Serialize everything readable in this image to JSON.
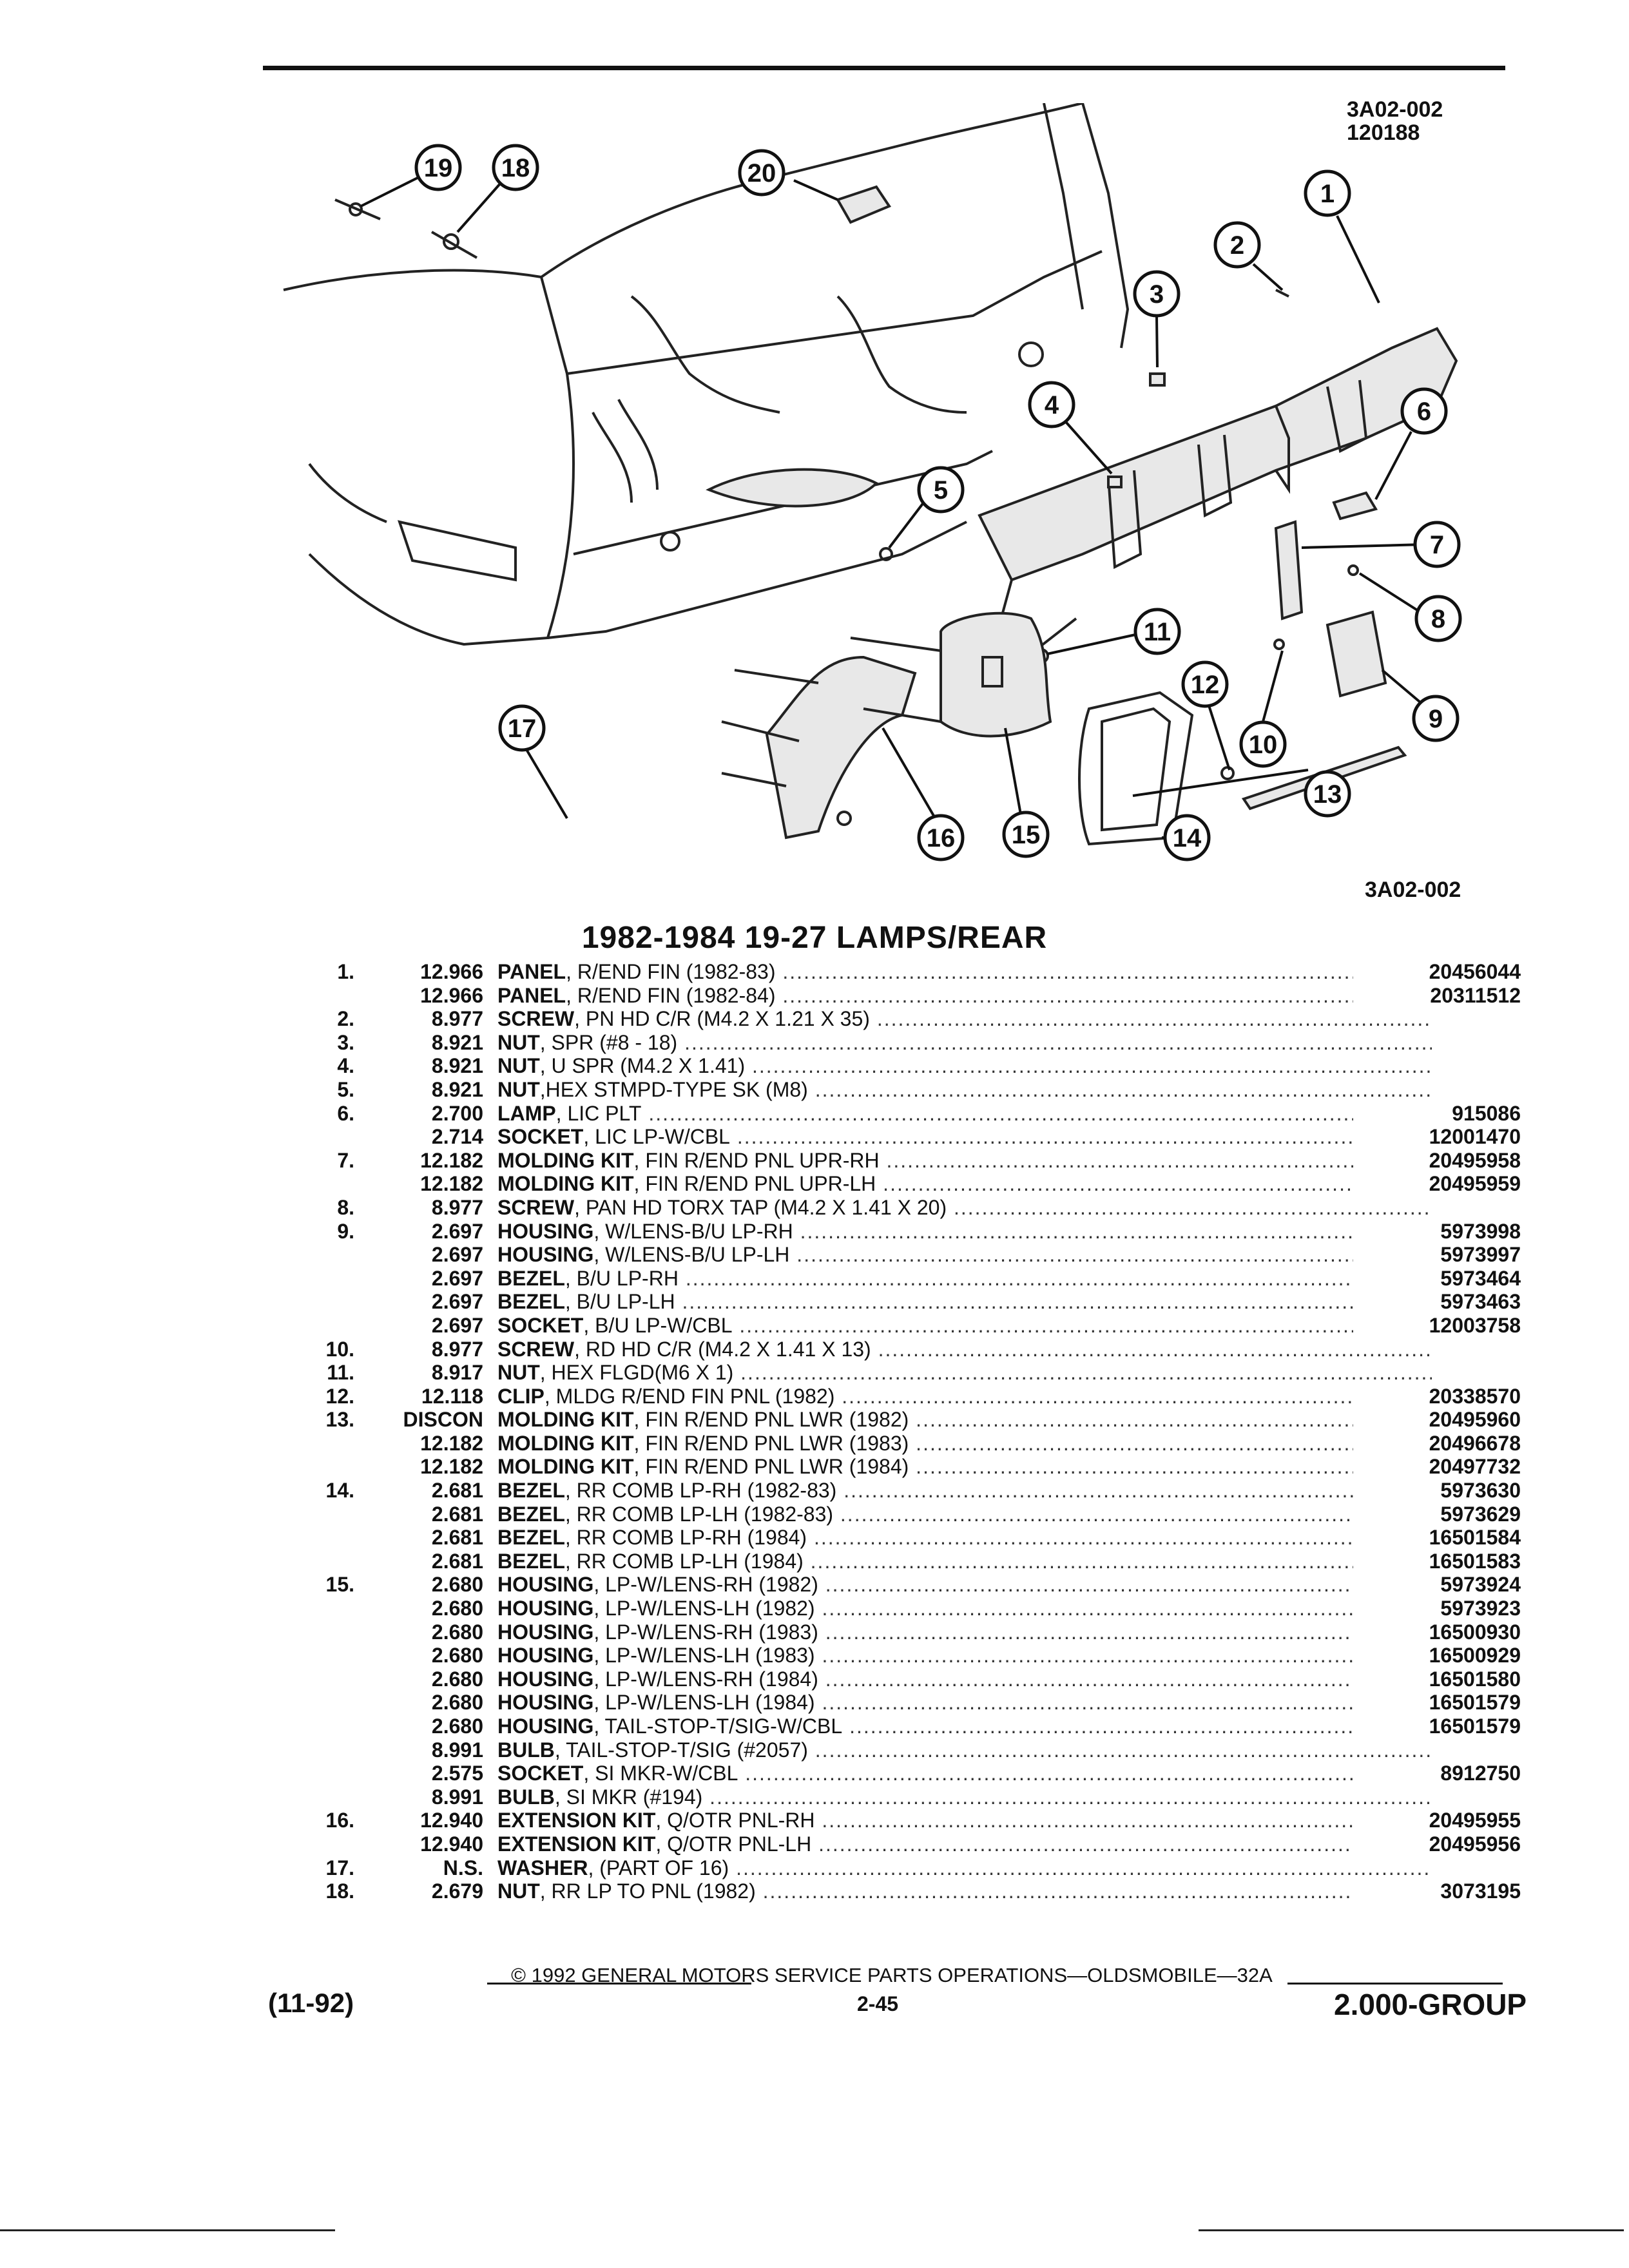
{
  "figure_id_top": "3A02-002",
  "figure_code": "120188",
  "figure_id_bottom": "3A02-002",
  "callouts": [
    "1",
    "2",
    "3",
    "4",
    "5",
    "6",
    "7",
    "8",
    "9",
    "10",
    "11",
    "12",
    "13",
    "14",
    "15",
    "16",
    "17",
    "18",
    "19",
    "20"
  ],
  "section_title": "1982-1984 19-27 LAMPS/REAR",
  "parts": [
    {
      "ref": "1.",
      "qty": "12.966",
      "name": "PANEL",
      "desc": ", R/END FIN (1982-83)",
      "pn": "20456044"
    },
    {
      "ref": "",
      "qty": "12.966",
      "name": "PANEL",
      "desc": ", R/END FIN (1982-84)",
      "pn": "20311512"
    },
    {
      "ref": "2.",
      "qty": "8.977",
      "name": "SCREW",
      "desc": ", PN HD C/R (M4.2 X 1.21 X 35)",
      "pn": ""
    },
    {
      "ref": "3.",
      "qty": "8.921",
      "name": "NUT",
      "desc": ", SPR (#8 - 18)",
      "pn": ""
    },
    {
      "ref": "4.",
      "qty": "8.921",
      "name": "NUT",
      "desc": ", U SPR (M4.2 X 1.41)",
      "pn": ""
    },
    {
      "ref": "5.",
      "qty": "8.921",
      "name": "NUT",
      "desc": ",HEX STMPD-TYPE SK (M8)",
      "pn": ""
    },
    {
      "ref": "6.",
      "qty": "2.700",
      "name": "LAMP",
      "desc": ", LIC PLT",
      "pn": "915086"
    },
    {
      "ref": "",
      "qty": "2.714",
      "name": "SOCKET",
      "desc": ", LIC LP-W/CBL",
      "pn": "12001470"
    },
    {
      "ref": "7.",
      "qty": "12.182",
      "name": "MOLDING KIT",
      "desc": ", FIN R/END PNL UPR-RH",
      "pn": "20495958"
    },
    {
      "ref": "",
      "qty": "12.182",
      "name": "MOLDING KIT",
      "desc": ", FIN R/END PNL UPR-LH",
      "pn": "20495959"
    },
    {
      "ref": "8.",
      "qty": "8.977",
      "name": "SCREW",
      "desc": ", PAN HD TORX TAP (M4.2 X 1.41 X 20)",
      "pn": ""
    },
    {
      "ref": "9.",
      "qty": "2.697",
      "name": "HOUSING",
      "desc": ", W/LENS-B/U LP-RH",
      "pn": "5973998"
    },
    {
      "ref": "",
      "qty": "2.697",
      "name": "HOUSING",
      "desc": ", W/LENS-B/U LP-LH",
      "pn": "5973997"
    },
    {
      "ref": "",
      "qty": "2.697",
      "name": "BEZEL",
      "desc": ", B/U LP-RH",
      "pn": "5973464"
    },
    {
      "ref": "",
      "qty": "2.697",
      "name": "BEZEL",
      "desc": ", B/U LP-LH",
      "pn": "5973463"
    },
    {
      "ref": "",
      "qty": "2.697",
      "name": "SOCKET",
      "desc": ", B/U LP-W/CBL",
      "pn": "12003758"
    },
    {
      "ref": "10.",
      "qty": "8.977",
      "name": "SCREW",
      "desc": ", RD HD C/R (M4.2 X 1.41 X 13)",
      "pn": ""
    },
    {
      "ref": "11.",
      "qty": "8.917",
      "name": "NUT",
      "desc": ", HEX FLGD(M6 X 1)",
      "pn": ""
    },
    {
      "ref": "12.",
      "qty": "12.118",
      "name": "CLIP",
      "desc": ", MLDG R/END FIN PNL (1982)",
      "pn": "20338570"
    },
    {
      "ref": "13.",
      "qty": "DISCON",
      "name": "MOLDING KIT",
      "desc": ", FIN R/END PNL LWR (1982)",
      "pn": "20495960"
    },
    {
      "ref": "",
      "qty": "12.182",
      "name": "MOLDING KIT",
      "desc": ", FIN R/END PNL LWR (1983)",
      "pn": "20496678"
    },
    {
      "ref": "",
      "qty": "12.182",
      "name": "MOLDING KIT",
      "desc": ", FIN R/END PNL LWR (1984)",
      "pn": "20497732"
    },
    {
      "ref": "14.",
      "qty": "2.681",
      "name": "BEZEL",
      "desc": ", RR COMB LP-RH (1982-83)",
      "pn": "5973630"
    },
    {
      "ref": "",
      "qty": "2.681",
      "name": "BEZEL",
      "desc": ", RR COMB LP-LH (1982-83)",
      "pn": "5973629"
    },
    {
      "ref": "",
      "qty": "2.681",
      "name": "BEZEL",
      "desc": ", RR COMB LP-RH (1984)",
      "pn": "16501584"
    },
    {
      "ref": "",
      "qty": "2.681",
      "name": "BEZEL",
      "desc": ", RR COMB LP-LH (1984)",
      "pn": "16501583"
    },
    {
      "ref": "15.",
      "qty": "2.680",
      "name": "HOUSING",
      "desc": ", LP-W/LENS-RH (1982)",
      "pn": "5973924"
    },
    {
      "ref": "",
      "qty": "2.680",
      "name": "HOUSING",
      "desc": ", LP-W/LENS-LH (1982)",
      "pn": "5973923"
    },
    {
      "ref": "",
      "qty": "2.680",
      "name": "HOUSING",
      "desc": ", LP-W/LENS-RH (1983)",
      "pn": "16500930"
    },
    {
      "ref": "",
      "qty": "2.680",
      "name": "HOUSING",
      "desc": ", LP-W/LENS-LH (1983)",
      "pn": "16500929"
    },
    {
      "ref": "",
      "qty": "2.680",
      "name": "HOUSING",
      "desc": ", LP-W/LENS-RH (1984)",
      "pn": "16501580"
    },
    {
      "ref": "",
      "qty": "2.680",
      "name": "HOUSING",
      "desc": ", LP-W/LENS-LH (1984)",
      "pn": "16501579"
    },
    {
      "ref": "",
      "qty": "2.680",
      "name": "HOUSING",
      "desc": ", TAIL-STOP-T/SIG-W/CBL",
      "pn": "16501579"
    },
    {
      "ref": "",
      "qty": "8.991",
      "name": "BULB",
      "desc": ", TAIL-STOP-T/SIG (#2057)",
      "pn": ""
    },
    {
      "ref": "",
      "qty": "2.575",
      "name": "SOCKET",
      "desc": ", SI MKR-W/CBL",
      "pn": "8912750"
    },
    {
      "ref": "",
      "qty": "8.991",
      "name": "BULB",
      "desc": ", SI MKR (#194)",
      "pn": ""
    },
    {
      "ref": "16.",
      "qty": "12.940",
      "name": "EXTENSION KIT",
      "desc": ", Q/OTR PNL-RH",
      "pn": "20495955"
    },
    {
      "ref": "",
      "qty": "12.940",
      "name": "EXTENSION KIT",
      "desc": ", Q/OTR PNL-LH",
      "pn": "20495956"
    },
    {
      "ref": "17.",
      "qty": "N.S.",
      "name": "WASHER",
      "desc": ", (PART OF 16)",
      "pn": ""
    },
    {
      "ref": "18.",
      "qty": "2.679",
      "name": "NUT",
      "desc": ", RR LP TO PNL (1982)",
      "pn": "3073195"
    }
  ],
  "footer": {
    "copyright": "© 1992 GENERAL MOTORS SERVICE PARTS OPERATIONS—OLDSMOBILE—32A",
    "date": "(11-92)",
    "page": "2-45",
    "group": "2.000-GROUP"
  }
}
